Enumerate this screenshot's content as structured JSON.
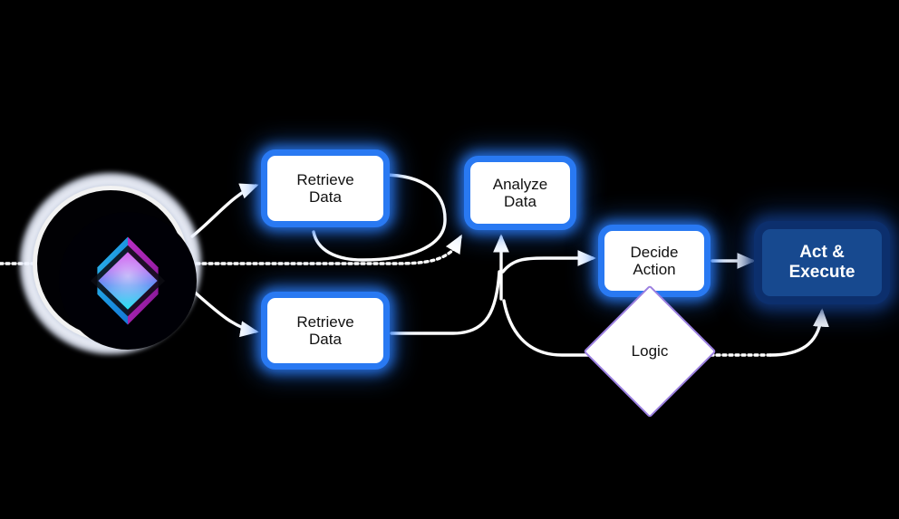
{
  "diagram": {
    "title": "Agent Workflow Flowchart",
    "background_color": "#000000",
    "accent_color": "#2979f2",
    "terminal_color": "#17498f",
    "edge_color": "#ffffff",
    "decision_border_color": "#9b7fe0"
  },
  "agent": {
    "name": "agent-orb",
    "icon": "diamond-logo-icon",
    "logo_colors": {
      "left_half": "#1c9fe0",
      "right_half": "#9c1fa8",
      "inner_top": "#c03ae0",
      "inner_mid": "#4a7ff0",
      "inner_bottom": "#25e6f0"
    }
  },
  "nodes": [
    {
      "id": "retrieve-top",
      "label": "Retrieve\nData",
      "shape": "process",
      "fill": "#ffffff",
      "text_color": "#111111"
    },
    {
      "id": "retrieve-bottom",
      "label": "Retrieve\nData",
      "shape": "process",
      "fill": "#ffffff",
      "text_color": "#111111"
    },
    {
      "id": "analyze",
      "label": "Analyze\nData",
      "shape": "process",
      "fill": "#ffffff",
      "text_color": "#111111"
    },
    {
      "id": "decide",
      "label": "Decide\nAction",
      "shape": "process",
      "fill": "#ffffff",
      "text_color": "#111111"
    },
    {
      "id": "act",
      "label": "Act &\nExecute",
      "shape": "terminal",
      "fill": "#17498f",
      "text_color": "#ffffff"
    },
    {
      "id": "logic",
      "label": "Logic",
      "shape": "decision",
      "fill": "#ffffff",
      "text_color": "#111111"
    }
  ],
  "edges": [
    {
      "id": "agent-to-retrieve-top",
      "from": "agent",
      "to": "retrieve-top",
      "style": "solid",
      "arrow": true
    },
    {
      "id": "agent-to-retrieve-bottom",
      "from": "agent",
      "to": "retrieve-bottom",
      "style": "solid",
      "arrow": true
    },
    {
      "id": "agent-dotted-bus",
      "from": "agent",
      "to": "analyze",
      "style": "dotted",
      "arrow": true
    },
    {
      "id": "retrieve-top-self-loop",
      "from": "retrieve-top",
      "to": "retrieve-top",
      "style": "solid",
      "arrow": false
    },
    {
      "id": "retrieve-bottom-to-analyze",
      "from": "retrieve-bottom",
      "to": "analyze",
      "style": "solid",
      "arrow": true
    },
    {
      "id": "analyze-to-decide",
      "from": "analyze",
      "to": "decide",
      "style": "solid",
      "arrow": true
    },
    {
      "id": "decide-to-act",
      "from": "decide",
      "to": "act",
      "style": "solid",
      "arrow": true
    },
    {
      "id": "logic-to-analyze",
      "from": "logic",
      "to": "analyze",
      "style": "solid",
      "arrow": false
    },
    {
      "id": "logic-to-act",
      "from": "logic",
      "to": "act",
      "style": "dotted",
      "arrow": true
    }
  ]
}
